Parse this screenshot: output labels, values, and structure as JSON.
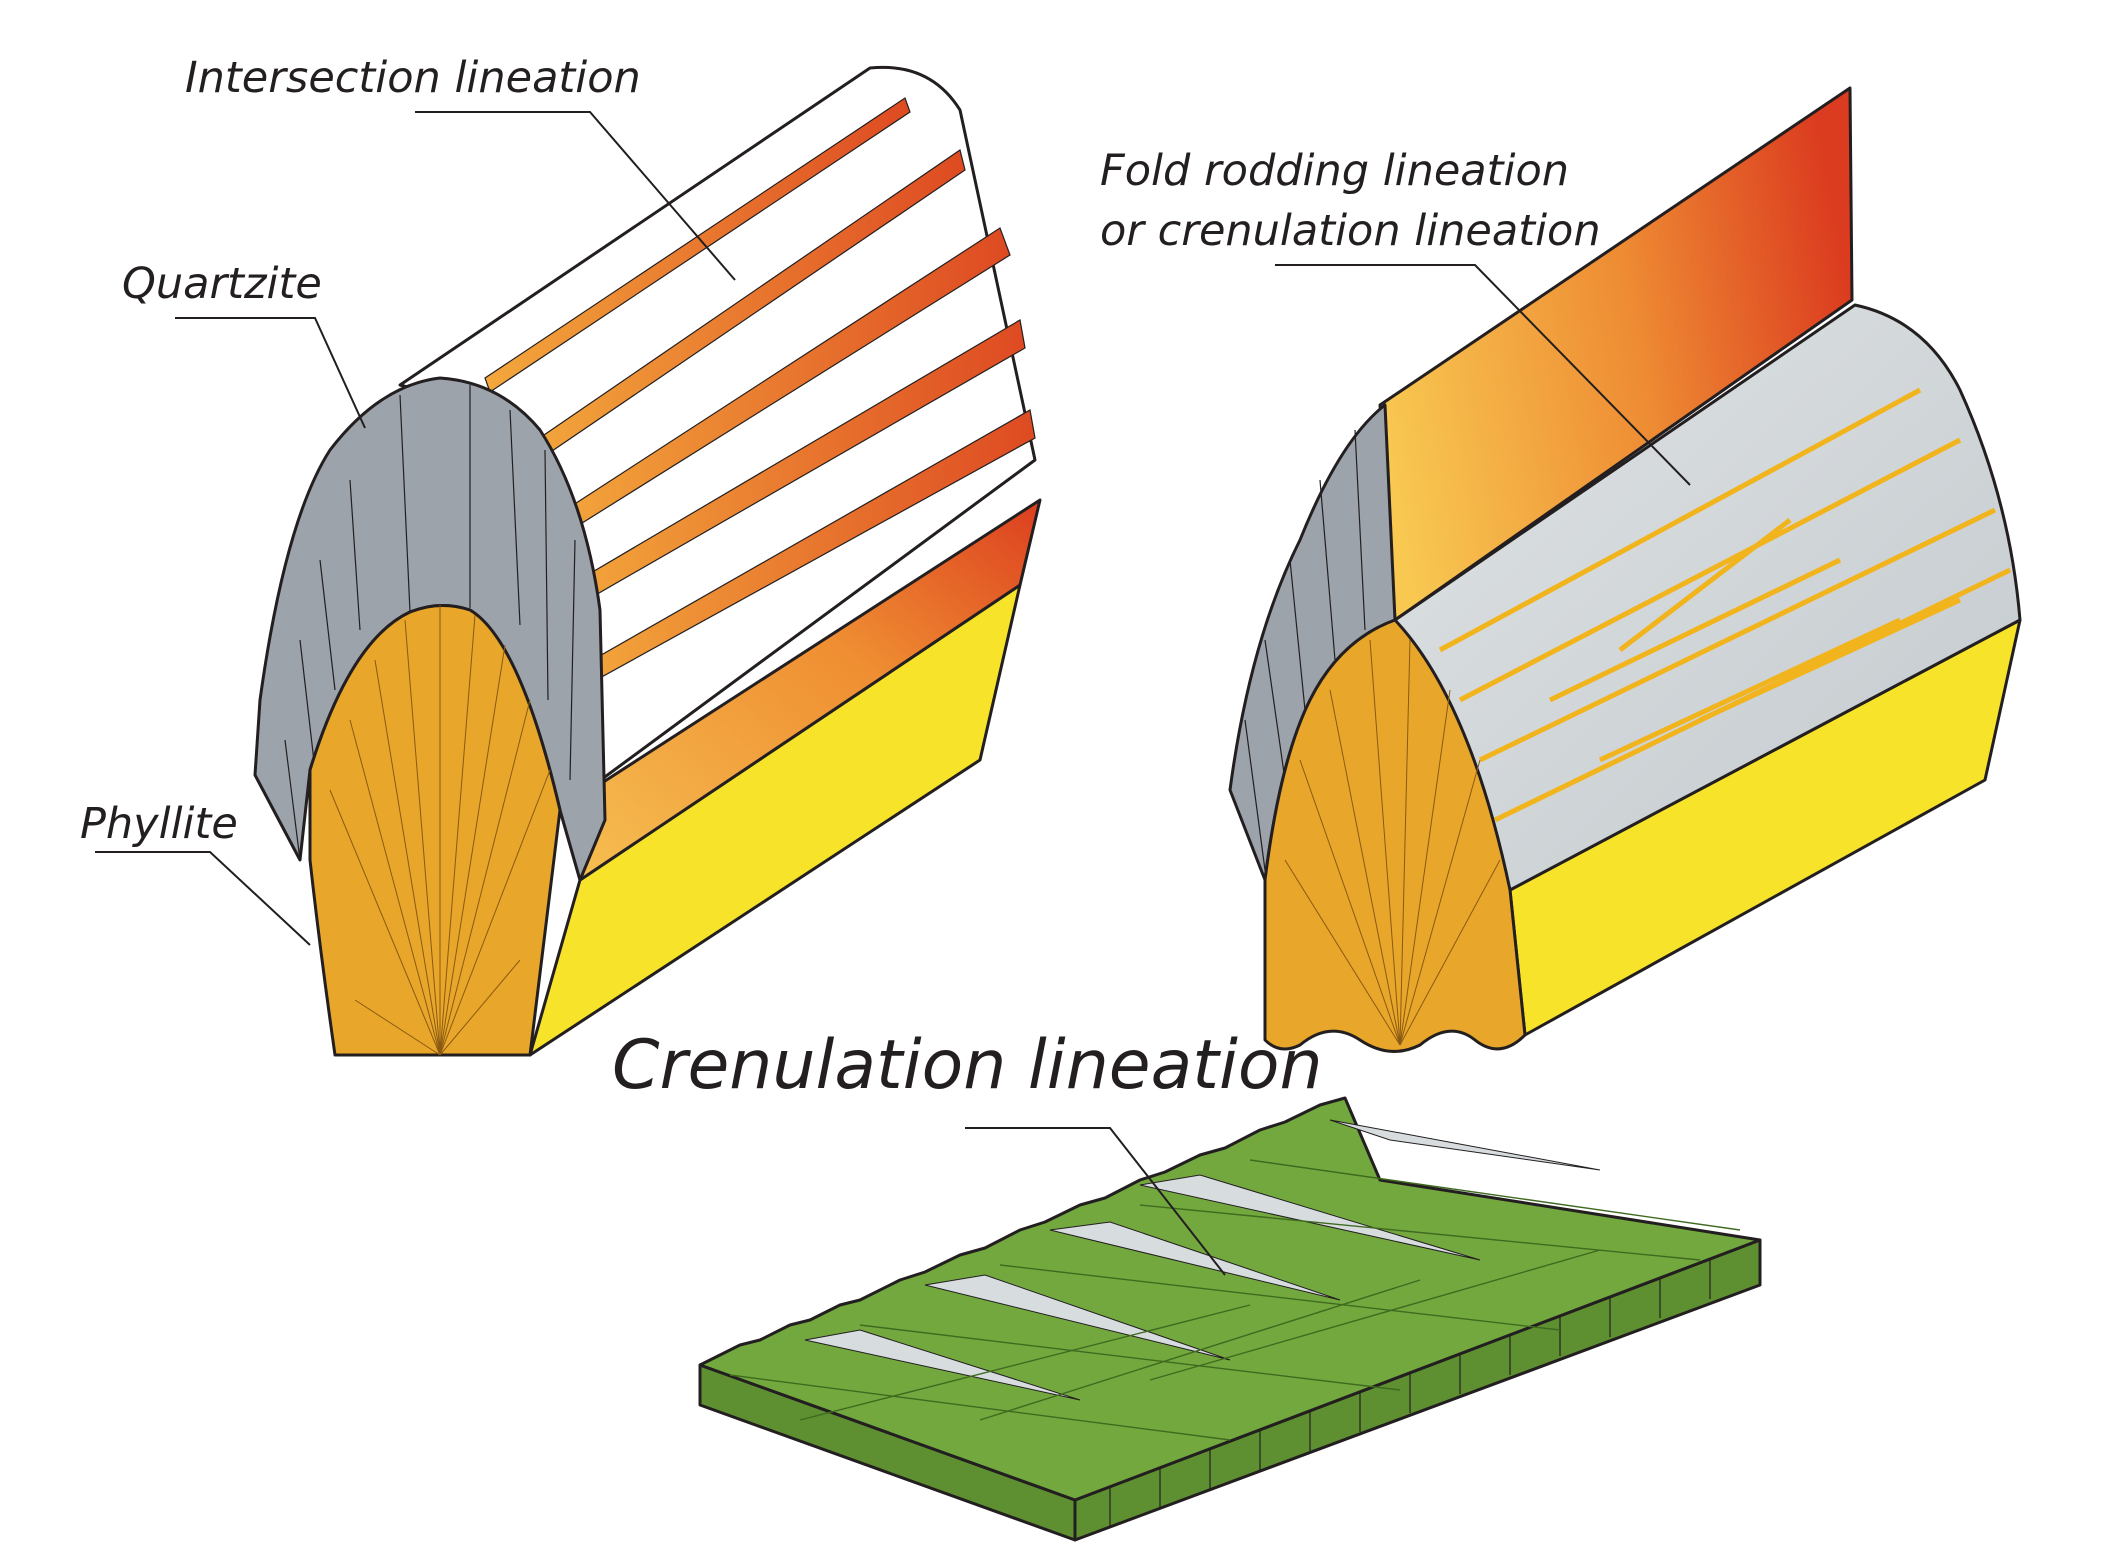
{
  "labels": {
    "intersection": "Intersection lineation",
    "quartzite": "Quartzite",
    "phyllite": "Phyllite",
    "fold_rodding_1": "Fold rodding lineation",
    "fold_rodding_2": "or crenulation lineation",
    "crenulation": "Crenulation lineation"
  },
  "colors": {
    "quartzite": "#9da3ab",
    "phyllite": "#e8a62a",
    "yellow_face": "#f7e42a",
    "orange": "#f0a23a",
    "red": "#de4a22",
    "silver": "#c9cfd3",
    "green": "#72a83e",
    "green_dark": "#5e8f31",
    "outline": "#231f20"
  }
}
